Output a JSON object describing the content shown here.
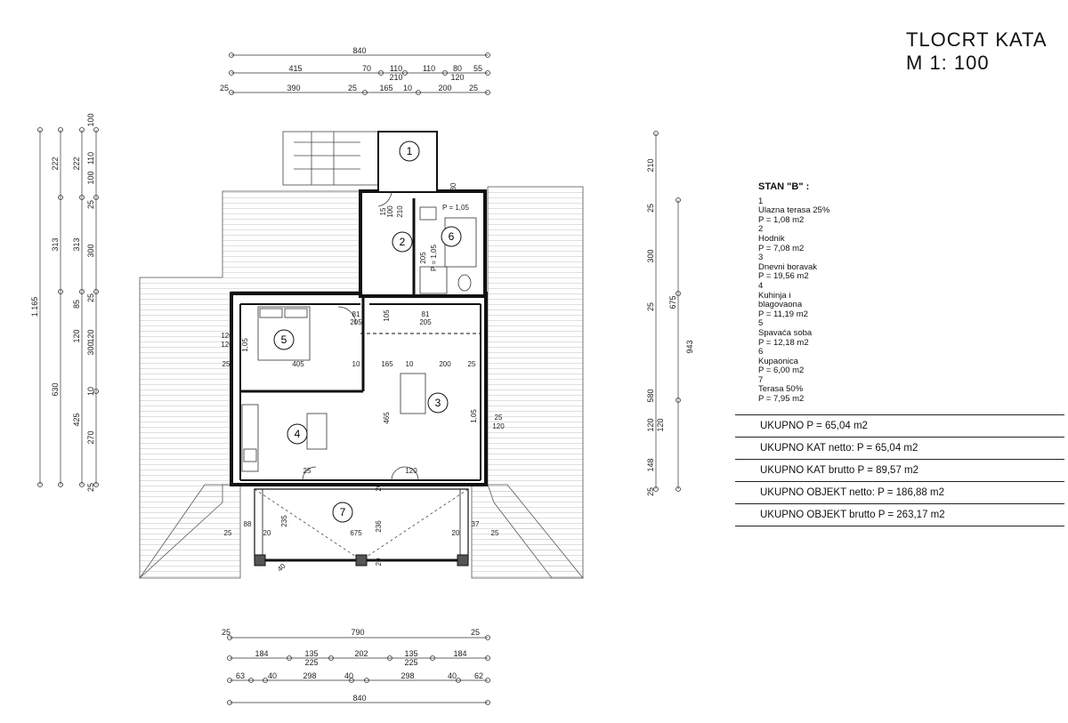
{
  "title": {
    "line1": "TLOCRT  KATA",
    "line2": "M 1: 100"
  },
  "legend": {
    "heading": "STAN \"B\" :",
    "items": [
      {
        "num": "1",
        "name": "Ulazna terasa 25%",
        "area": "P = 1,08 m2"
      },
      {
        "num": "2",
        "name": "Hodnik",
        "area": "P = 7,08 m2"
      },
      {
        "num": "3",
        "name": "Dnevni boravak",
        "area": "P = 19,56 m2"
      },
      {
        "num": "4",
        "name": "Kuhinja i blagovaona",
        "area": "P = 11,19 m2"
      },
      {
        "num": "5",
        "name": "Spavaća soba",
        "area": "P = 12,18 m2"
      },
      {
        "num": "6",
        "name": "Kupaonica",
        "area": "P = 6,00 m2"
      },
      {
        "num": "7",
        "name": "Terasa 50%",
        "area": "P = 7,95 m2"
      }
    ]
  },
  "totals": [
    "UKUPNO  P = 65,04 m2",
    "UKUPNO KAT  netto:  P = 65,04 m2",
    "UKUPNO  KAT   brutto  P = 89,57 m2",
    "UKUPNO  OBJEKT  netto:  P = 186,88 m2",
    "UKUPNO  OBJEKT    brutto  P = 263,17  m2"
  ],
  "room_labels": [
    "1",
    "2",
    "3",
    "4",
    "5",
    "6",
    "7"
  ],
  "dimensions": {
    "top": {
      "row1": [
        "840"
      ],
      "row2": [
        "415",
        "70",
        "110",
        "210",
        "110",
        "80",
        "120",
        "55"
      ],
      "row3": [
        "25",
        "390",
        "25",
        "165",
        "10",
        "200",
        "25"
      ]
    },
    "bottom": {
      "row1": [
        "25",
        "790",
        "25"
      ],
      "row2": [
        "184",
        "135",
        "225",
        "202",
        "135",
        "225",
        "184"
      ],
      "row3": [
        "63",
        "40",
        "298",
        "40",
        "298",
        "40",
        "62"
      ],
      "row4": [
        "840"
      ]
    },
    "left_outer": [
      "1.165",
      "222",
      "313",
      "630"
    ],
    "left_mid": [
      "222",
      "313",
      "85",
      "120",
      "425"
    ],
    "left_inner": [
      "100",
      "110",
      "25",
      "100",
      "300",
      "25",
      "120",
      "300",
      "10",
      "270",
      "25"
    ],
    "right": [
      "210",
      "25",
      "300",
      "25",
      "580",
      "120",
      "120",
      "148",
      "25",
      "675",
      "943"
    ],
    "interior": [
      "405",
      "10",
      "165",
      "10",
      "200",
      "25",
      "25",
      "465",
      "105",
      "81",
      "205",
      "81",
      "205",
      "210",
      "205",
      "1,05",
      "P = 1,05",
      "P = 1,05",
      "1,05",
      "120",
      "120",
      "25",
      "120",
      "25",
      "120",
      "675",
      "235",
      "236",
      "88",
      "20",
      "20",
      "20",
      "20",
      "37",
      "25",
      "25",
      "40",
      "15",
      "100",
      "80"
    ]
  }
}
